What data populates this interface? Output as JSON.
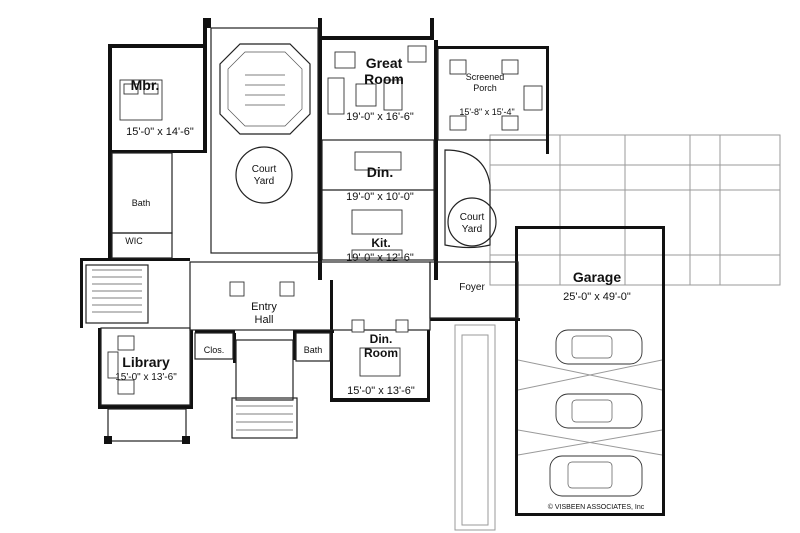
{
  "rooms": {
    "master": {
      "name": "Mbr.",
      "dims": "15'-0\" x 14'-6\""
    },
    "courtyard_left": {
      "name_line1": "Court",
      "name_line2": "Yard"
    },
    "great_room": {
      "name_line1": "Great",
      "name_line2": "Room",
      "dims": "19'-0\" x 16'-6\""
    },
    "screened_porch": {
      "name_line1": "Screened",
      "name_line2": "Porch",
      "dims": "15'-8\" x 15'-4\""
    },
    "dining_upper": {
      "name": "Din.",
      "dims": "19'-0\" x 10'-0\""
    },
    "courtyard_right": {
      "name_line1": "Court",
      "name_line2": "Yard"
    },
    "bath_master": {
      "name": "Bath"
    },
    "wic": {
      "name": "WIC"
    },
    "kitchen": {
      "name": "Kit.",
      "dims": "19'-0\" x 12'-6\""
    },
    "garage": {
      "name": "Garage",
      "dims": "25'-0\" x 49'-0\""
    },
    "foyer": {
      "name": "Foyer"
    },
    "entry_hall": {
      "name_line1": "Entry",
      "name_line2": "Hall"
    },
    "dining_room": {
      "name_line1": "Din.",
      "name_line2": "Room",
      "dims": "15'-0\" x 13'-6\""
    },
    "library": {
      "name": "Library",
      "dims": "15'-0\" x 13'-6\""
    },
    "closet": {
      "name": "Clos."
    },
    "bath_powder": {
      "name": "Bath"
    }
  },
  "copyright": "© VISBEEN ASSOCIATES, Inc"
}
